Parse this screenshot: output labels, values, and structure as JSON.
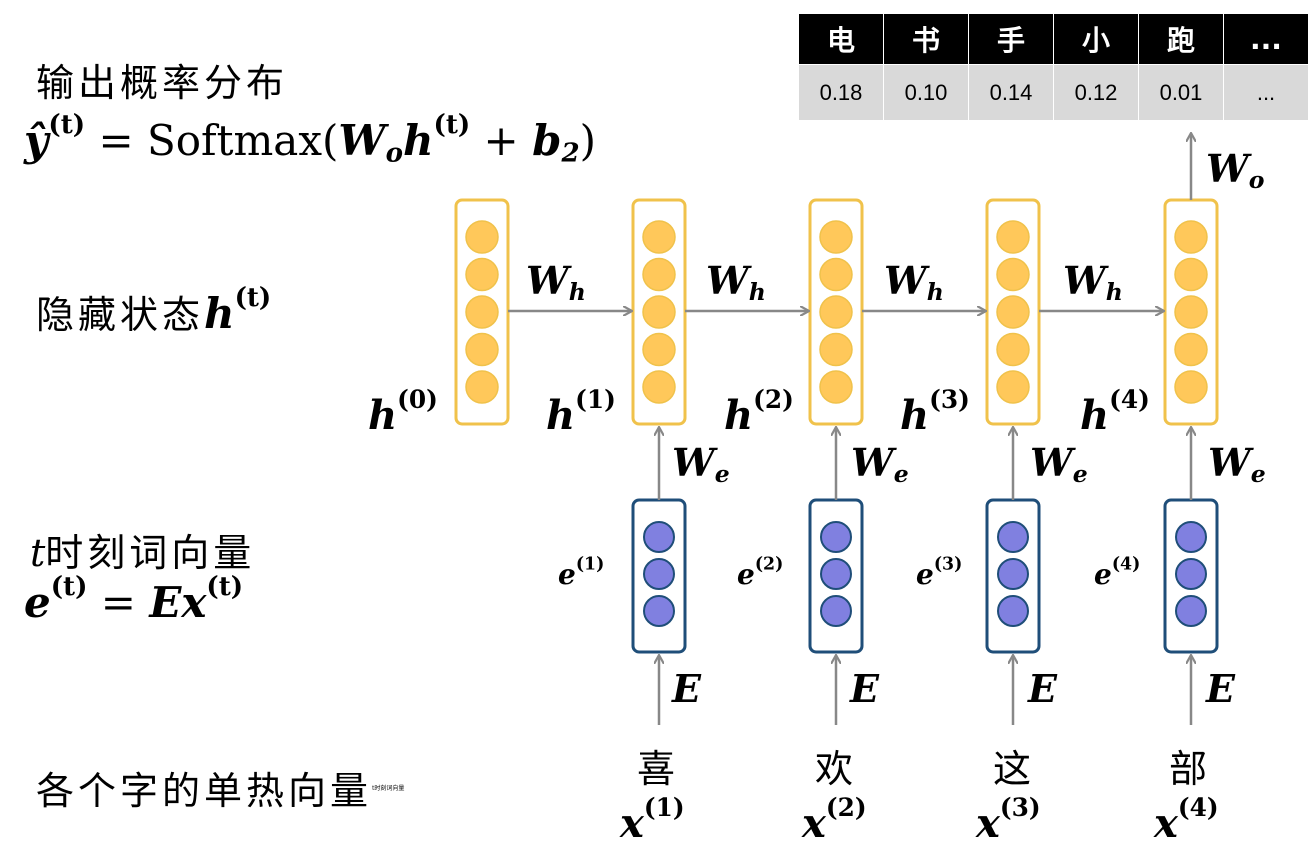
{
  "output": {
    "label": "输出概率分布",
    "table": {
      "headers": [
        "电",
        "书",
        "手",
        "小",
        "跑",
        "..."
      ],
      "values": [
        "0.18",
        "0.10",
        "0.14",
        "0.12",
        "0.01",
        "..."
      ]
    }
  },
  "hidden": {
    "label": "隐藏状态"
  },
  "embedding": {
    "label": "时刻词向量"
  },
  "onehot": {
    "label": "各个字的单热向量",
    "tiny_note": "t时刻词向量"
  },
  "words": [
    "喜",
    "欢",
    "这",
    "部"
  ],
  "colors": {
    "hidden_border": "#f0c24b",
    "hidden_fill": "#ffc85a",
    "embed_border": "#1f4e79",
    "embed_fill": "#8080e0",
    "arrow": "#888888"
  }
}
